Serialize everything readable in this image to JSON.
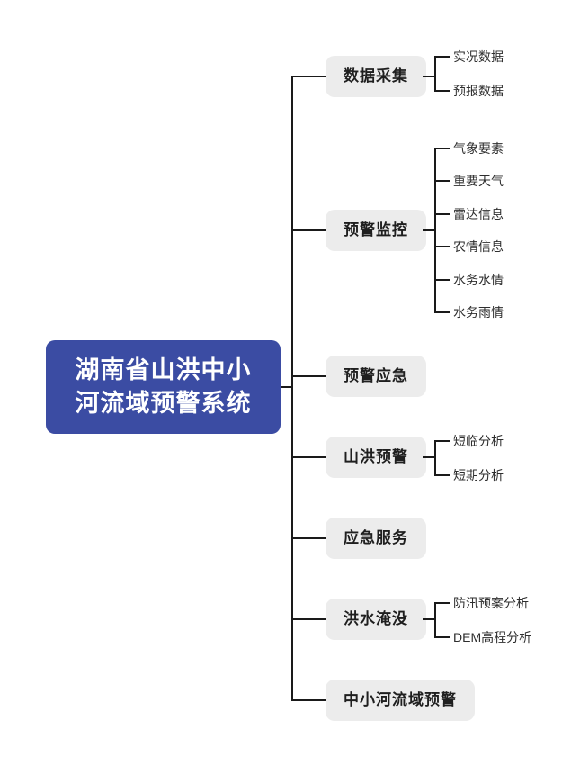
{
  "diagram": {
    "root": {
      "label": "湖南省山洪中小河流域预警系统",
      "line1": "湖南省山洪中小",
      "line2": "河流域预警系统"
    },
    "branches": [
      {
        "label": "数据采集",
        "children": [
          "实况数据",
          "预报数据"
        ]
      },
      {
        "label": "预警监控",
        "children": [
          "气象要素",
          "重要天气",
          "雷达信息",
          "农情信息",
          "水务水情",
          "水务雨情"
        ]
      },
      {
        "label": "预警应急",
        "children": []
      },
      {
        "label": "山洪预警",
        "children": [
          "短临分析",
          "短期分析"
        ]
      },
      {
        "label": "应急服务",
        "children": []
      },
      {
        "label": "洪水淹没",
        "children": [
          "防汛预案分析",
          "DEM高程分析"
        ]
      },
      {
        "label": "中小河流域预警",
        "children": []
      }
    ],
    "colors": {
      "root_bg": "#3b4ca3",
      "root_text": "#ffffff",
      "branch_bg": "#ececec",
      "branch_text": "#1f1f1f",
      "leaf_text": "#2e2e2e",
      "line": "#1a1a1a"
    }
  }
}
